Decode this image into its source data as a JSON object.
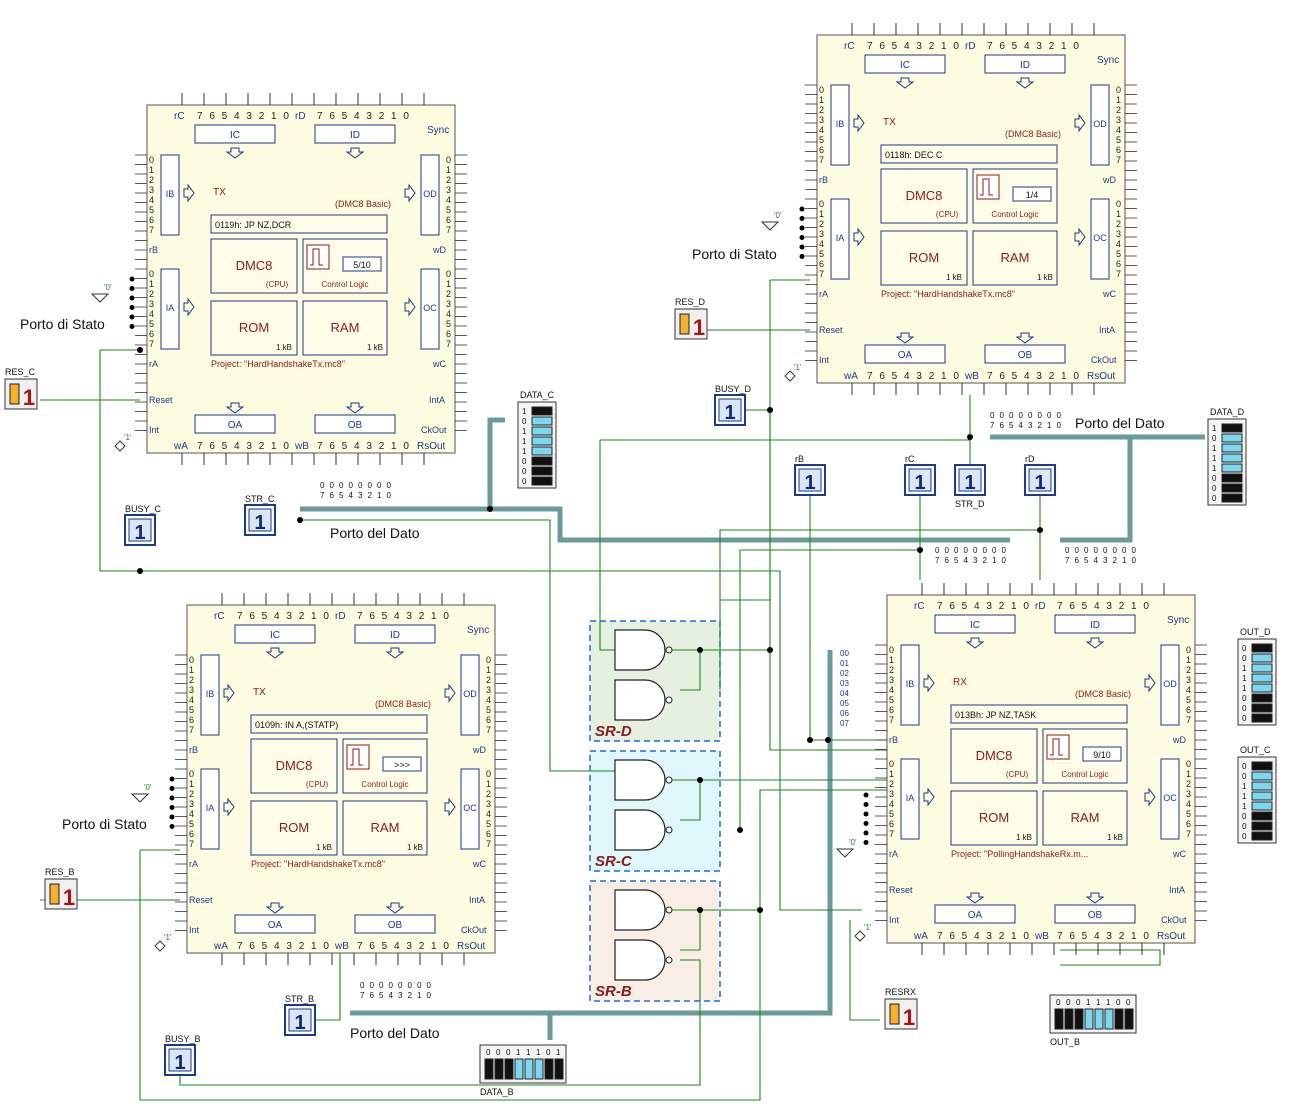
{
  "colors": {
    "chip_fill": "#fdfbe0",
    "chip_border": "#555555",
    "block_border": "#1a3a8a",
    "label_red": "#8b1a1a",
    "wire_green": "#1a8a1a",
    "bus": "#6a9a9a",
    "sr_d_fill": "#e6f0e0",
    "sr_c_fill": "#dff7fb",
    "sr_b_fill": "#f9eee6",
    "sr_border": "#1e6fd0"
  },
  "bit_row": "7 6 5 4 3 2 1 0",
  "bit_col": [
    "0",
    "1",
    "2",
    "3",
    "4",
    "5",
    "6",
    "7"
  ],
  "chips": [
    {
      "id": "tx-c",
      "name": "TX",
      "model": "(DMC8 Basic)",
      "instruction": "0119h:  JP    NZ,DCR",
      "cpu": "DMC8",
      "cpu_sub": "(CPU)",
      "rom": "ROM",
      "rom_size": "1 kB",
      "ram": "RAM",
      "ram_size": "1 kB",
      "control": "5/10",
      "control_label": "Control Logic",
      "project": "Project:  \"HardHandshakeTx.mc8\"",
      "port_labels": {
        "ic": "IC",
        "id": "ID",
        "ib": "IB",
        "ia": "IA",
        "od": "OD",
        "oc": "OC",
        "oa": "OA",
        "ob": "OB"
      },
      "pins": {
        "rc": "rC",
        "rd": "rD",
        "sync": "Sync",
        "rb": "rB",
        "ra": "rA",
        "wd": "wD",
        "wc": "wC",
        "reset": "Reset",
        "inta": "IntA",
        "int": "Int",
        "ckout": "CkOut",
        "wa": "wA",
        "wb": "wB",
        "rsout": "RsOut"
      }
    },
    {
      "id": "tx-d",
      "name": "TX",
      "model": "(DMC8 Basic)",
      "instruction": "0118h:  DEC  C",
      "cpu": "DMC8",
      "cpu_sub": "(CPU)",
      "rom": "ROM",
      "rom_size": "1 kB",
      "ram": "RAM",
      "ram_size": "1 kB",
      "control": "1/4",
      "control_label": "Control Logic",
      "project": "Project:  \"HardHandshakeTx.mc8\"",
      "port_labels": {
        "ic": "IC",
        "id": "ID",
        "ib": "IB",
        "ia": "IA",
        "od": "OD",
        "oc": "OC",
        "oa": "OA",
        "ob": "OB"
      },
      "pins": {
        "rc": "rC",
        "rd": "rD",
        "sync": "Sync",
        "rb": "rB",
        "ra": "rA",
        "wd": "wD",
        "wc": "wC",
        "reset": "Reset",
        "inta": "IntA",
        "int": "Int",
        "ckout": "CkOut",
        "wa": "wA",
        "wb": "wB",
        "rsout": "RsOut"
      }
    },
    {
      "id": "tx-b",
      "name": "TX",
      "model": "(DMC8 Basic)",
      "instruction": "0109h:  IN    A,(STATP)",
      "cpu": "DMC8",
      "cpu_sub": "(CPU)",
      "rom": "ROM",
      "rom_size": "1 kB",
      "ram": "RAM",
      "ram_size": "1 kB",
      "control": ">>>",
      "control_label": "Control Logic",
      "project": "Project:  \"HardHandshakeTx.mc8\"",
      "port_labels": {
        "ic": "IC",
        "id": "ID",
        "ib": "IB",
        "ia": "IA",
        "od": "OD",
        "oc": "OC",
        "oa": "OA",
        "ob": "OB"
      },
      "pins": {
        "rc": "rC",
        "rd": "rD",
        "sync": "Sync",
        "rb": "rB",
        "ra": "rA",
        "wd": "wD",
        "wc": "wC",
        "reset": "Reset",
        "inta": "IntA",
        "int": "Int",
        "ckout": "CkOut",
        "wa": "wA",
        "wb": "wB",
        "rsout": "RsOut"
      }
    },
    {
      "id": "rx",
      "name": "RX",
      "model": "(DMC8 Basic)",
      "instruction": "013Bh:  JP    NZ,TASK",
      "cpu": "DMC8",
      "cpu_sub": "(CPU)",
      "rom": "ROM",
      "rom_size": "1 kB",
      "ram": "RAM",
      "ram_size": "1 kB",
      "control": "9/10",
      "control_label": "Control Logic",
      "project": "Project:  \"PollingHandshakeRx.m...",
      "port_labels": {
        "ic": "IC",
        "id": "ID",
        "ib": "IB",
        "ia": "IA",
        "od": "OD",
        "oc": "OC",
        "oa": "OA",
        "ob": "OB"
      },
      "pins": {
        "rc": "rC",
        "rd": "rD",
        "sync": "Sync",
        "rb": "rB",
        "ra": "rA",
        "wd": "wD",
        "wc": "wC",
        "reset": "Reset",
        "inta": "IntA",
        "int": "Int",
        "ckout": "CkOut",
        "wa": "wA",
        "wb": "wB",
        "rsout": "RsOut"
      }
    }
  ],
  "labels": {
    "porto_stato": "Porto di Stato",
    "porto_dato": "Porto del Dato",
    "const_zero": "'0'",
    "const_one": "'1'",
    "sr_d": "SR-D",
    "sr_c": "SR-C",
    "sr_b": "SR-B",
    "rb": "rB",
    "rc": "rC",
    "rd": "rD",
    "bus_rx_lines": [
      "00",
      "01",
      "02",
      "03",
      "04",
      "05",
      "06",
      "07"
    ]
  },
  "switches": [
    {
      "id": "res-c",
      "label": "RES_C",
      "value": "1"
    },
    {
      "id": "res-d",
      "label": "RES_D",
      "value": "1"
    },
    {
      "id": "res-b",
      "label": "RES_B",
      "value": "1"
    },
    {
      "id": "resrx",
      "label": "RESRX",
      "value": "1"
    }
  ],
  "leds": [
    {
      "id": "busy-c",
      "label": "BUSY_C",
      "value": "1"
    },
    {
      "id": "str-c",
      "label": "STR_C",
      "value": "1"
    },
    {
      "id": "busy-d",
      "label": "BUSY_D",
      "value": "1"
    },
    {
      "id": "str-d",
      "label": "STR_D",
      "value": "1"
    },
    {
      "id": "str-b",
      "label": "STR_B",
      "value": "1"
    },
    {
      "id": "busy-b",
      "label": "BUSY_B",
      "value": "1"
    },
    {
      "id": "probe-rb",
      "label": "rB",
      "value": "1"
    },
    {
      "id": "probe-rc",
      "label": "rC",
      "value": "1"
    },
    {
      "id": "probe-rd",
      "label": "rD",
      "value": "1"
    }
  ],
  "dip_displays": [
    {
      "id": "data-c",
      "label": "DATA_C",
      "bits": [
        "1",
        "0",
        "1",
        "1",
        "1",
        "0",
        "0",
        "0"
      ]
    },
    {
      "id": "data-d",
      "label": "DATA_D",
      "bits": [
        "1",
        "0",
        "1",
        "1",
        "1",
        "0",
        "0",
        "0"
      ]
    },
    {
      "id": "out-d",
      "label": "OUT_D",
      "bits": [
        "0",
        "0",
        "1",
        "1",
        "1",
        "0",
        "0",
        "0"
      ]
    },
    {
      "id": "out-c",
      "label": "OUT_C",
      "bits": [
        "0",
        "0",
        "1",
        "1",
        "1",
        "0",
        "0",
        "0"
      ]
    },
    {
      "id": "out-b",
      "label": "OUT_B",
      "bits": [
        "0",
        "0",
        "0",
        "1",
        "1",
        "1",
        "0",
        "0"
      ]
    },
    {
      "id": "data-b",
      "label": "DATA_B",
      "bits": [
        "0",
        "0",
        "0",
        "1",
        "1",
        "1",
        "0",
        "1"
      ]
    }
  ],
  "bus_bit_values": {
    "dato_c": [
      "0",
      "0",
      "0",
      "0",
      "0",
      "0",
      "0",
      "0"
    ],
    "dato_d": [
      "0",
      "0",
      "0",
      "0",
      "0",
      "0",
      "0",
      "0"
    ],
    "dato_b": [
      "0",
      "0",
      "0",
      "0",
      "0",
      "0",
      "0",
      "0"
    ],
    "rx_b": [
      "0",
      "0",
      "0",
      "0",
      "0",
      "0",
      "0",
      "0"
    ],
    "rx_c": [
      "0",
      "0",
      "0",
      "0",
      "0",
      "0",
      "0",
      "0"
    ]
  },
  "bus_bit_indices": [
    "7",
    "6",
    "5",
    "4",
    "3",
    "2",
    "1",
    "0"
  ]
}
